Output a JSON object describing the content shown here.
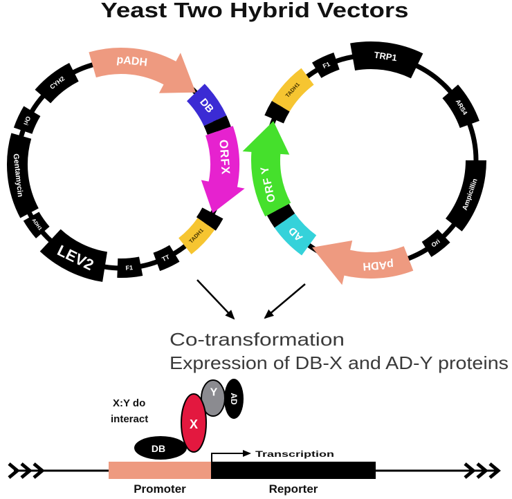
{
  "title": "Yeast Two Hybrid Vectors",
  "left_plasmid": {
    "promoter": "pADH",
    "binding_domain": "DB",
    "orf": "ORFX",
    "terminator": "TADH1",
    "tt": "TT",
    "f1": "F1",
    "marker": "LEV2",
    "adh1": "ADH1",
    "resistance": "Gentamycin",
    "ori": "Ori",
    "cyh2": "CYH2"
  },
  "right_plasmid": {
    "marker": "TRP1",
    "f1": "F1",
    "terminator": "TADH1",
    "ars4": "ARS4",
    "resistance": "Ampicillin",
    "ori": "Ori",
    "promoter": "pADH",
    "activation_domain": "AD",
    "orf": "ORF Y"
  },
  "caption": {
    "line1": "Co-transformation",
    "line2": "Expression of DB-X and AD-Y proteins"
  },
  "interaction": {
    "label_line1": "X:Y do",
    "label_line2": "interact",
    "db": "DB",
    "x": "X",
    "y": "Y",
    "ad": "AD"
  },
  "reporter_construct": {
    "transcription": "Transcription",
    "promoter": "Promoter",
    "reporter": "Reporter"
  },
  "colors": {
    "promoter": "#ee9a80",
    "db": "#3b2bd4",
    "orf_x": "#e622cf",
    "terminator": "#f6c531",
    "orf_y": "#45e02c",
    "ad": "#35d2da",
    "x_protein": "#e3183f",
    "y_protein": "#8b8b90"
  }
}
